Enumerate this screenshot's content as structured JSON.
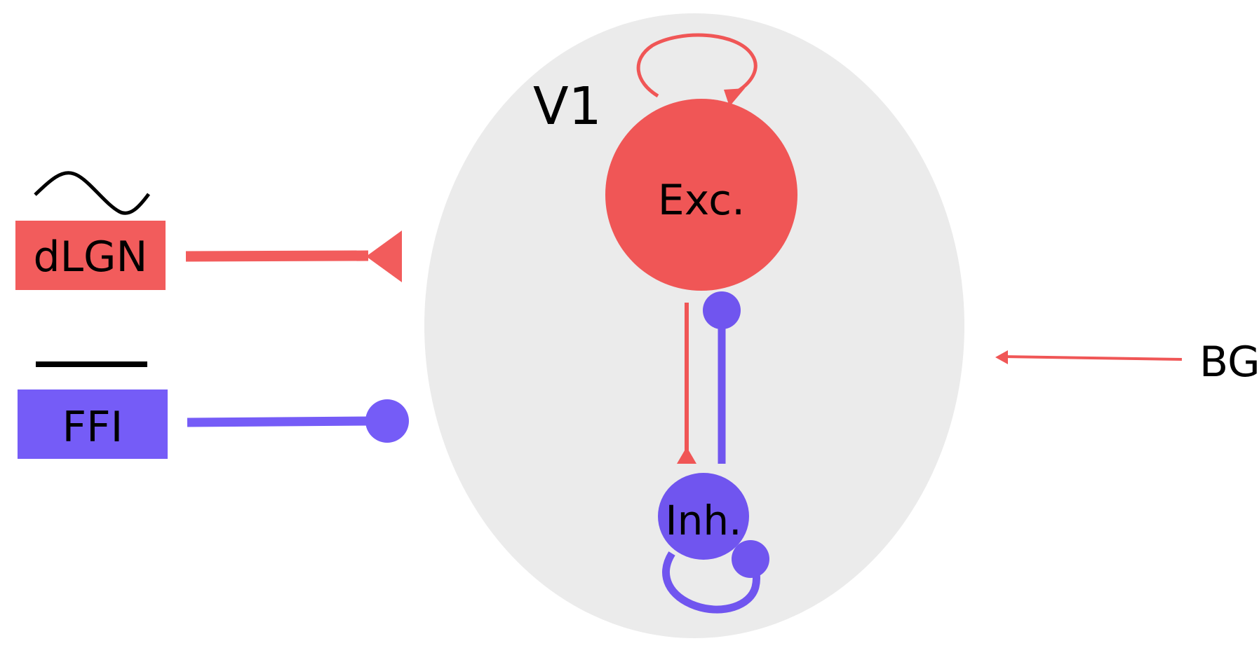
{
  "region": {
    "label": "V1",
    "color": "#ebebeb"
  },
  "populations": {
    "excitatory": {
      "label": "Exc.",
      "color": "#f05656"
    },
    "inhibitory": {
      "label": "Inh.",
      "color": "#7055ef"
    }
  },
  "inputs": {
    "dlgn": {
      "label": "dLGN",
      "color": "#f25c5c",
      "signal": "sine-wave-icon"
    },
    "ffi": {
      "label": "FFI",
      "color": "#755cf7",
      "signal": "flat-line-icon"
    },
    "background": {
      "label": "BG",
      "color": "#f05656"
    }
  },
  "colors": {
    "excitatory_synapse": "#f05656",
    "inhibitory_synapse": "#7055ef",
    "text": "#000000"
  }
}
